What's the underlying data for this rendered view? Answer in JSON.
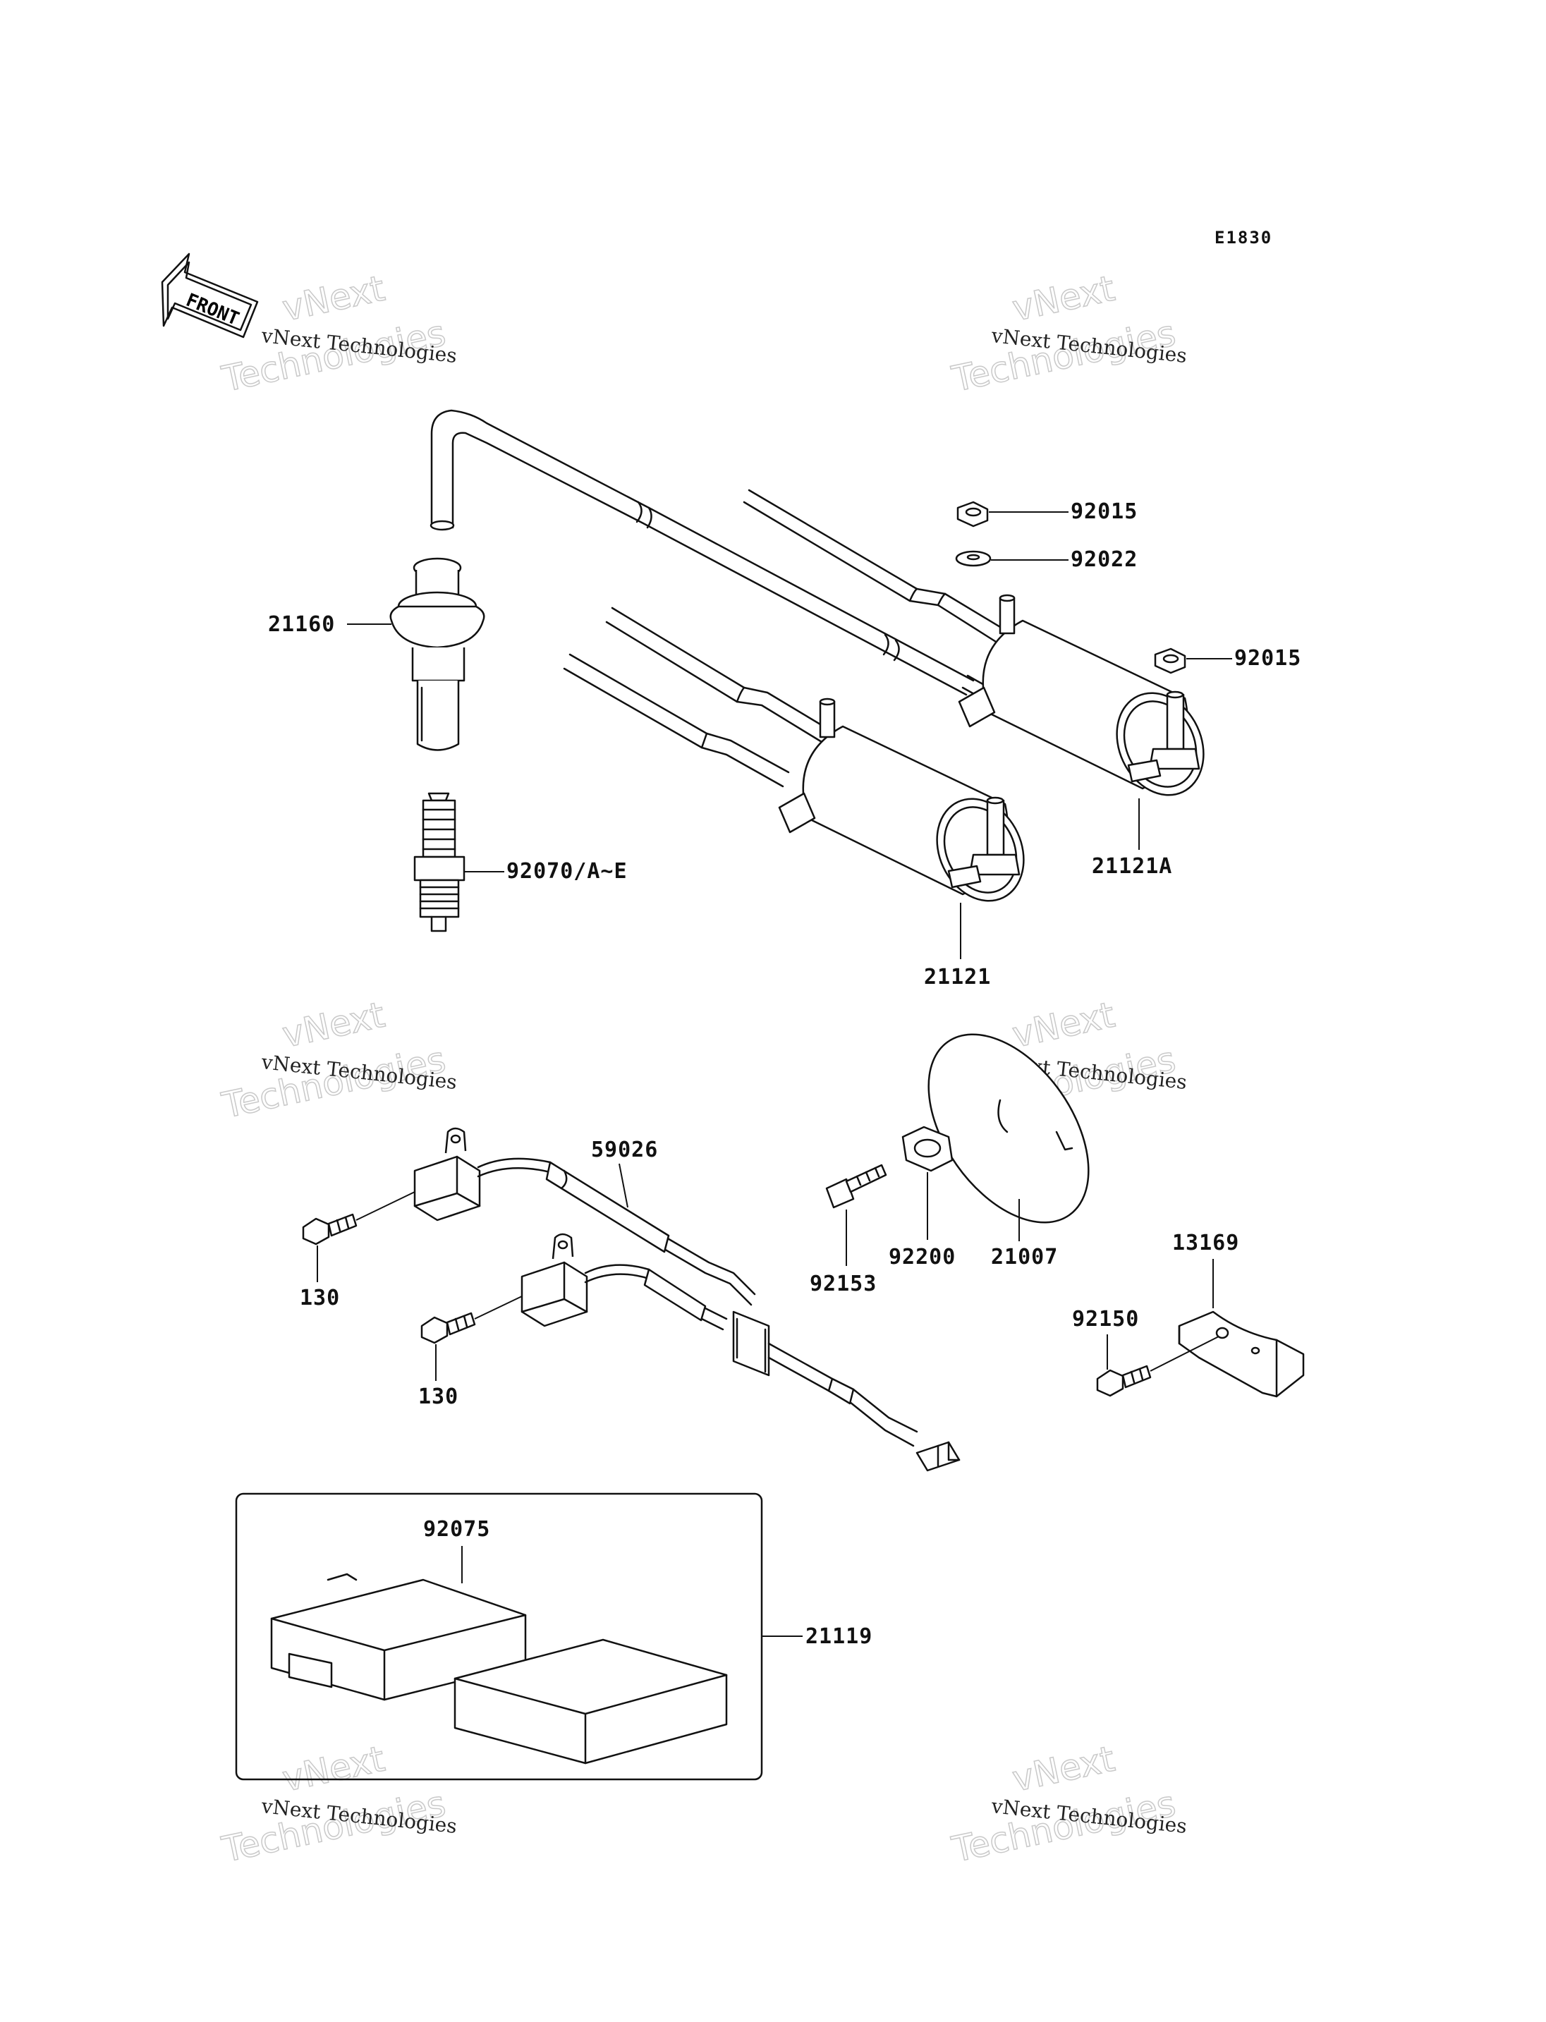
{
  "figure_code": "E1830",
  "front_indicator": "FRONT",
  "watermark": {
    "small": "vNext Technologies",
    "big_line1": "vNext",
    "big_line2": "Technologies"
  },
  "parts": {
    "p92015_top": "92015",
    "p92022": "92022",
    "p92015_right": "92015",
    "p21160": "21160",
    "p92070": "92070/A~E",
    "p21121A": "21121A",
    "p21121": "21121",
    "p59026": "59026",
    "p21007": "21007",
    "p92200": "92200",
    "p92153": "92153",
    "p13169": "13169",
    "p92150": "92150",
    "p130_top": "130",
    "p130_bottom": "130",
    "p92075": "92075",
    "p21119": "21119"
  }
}
